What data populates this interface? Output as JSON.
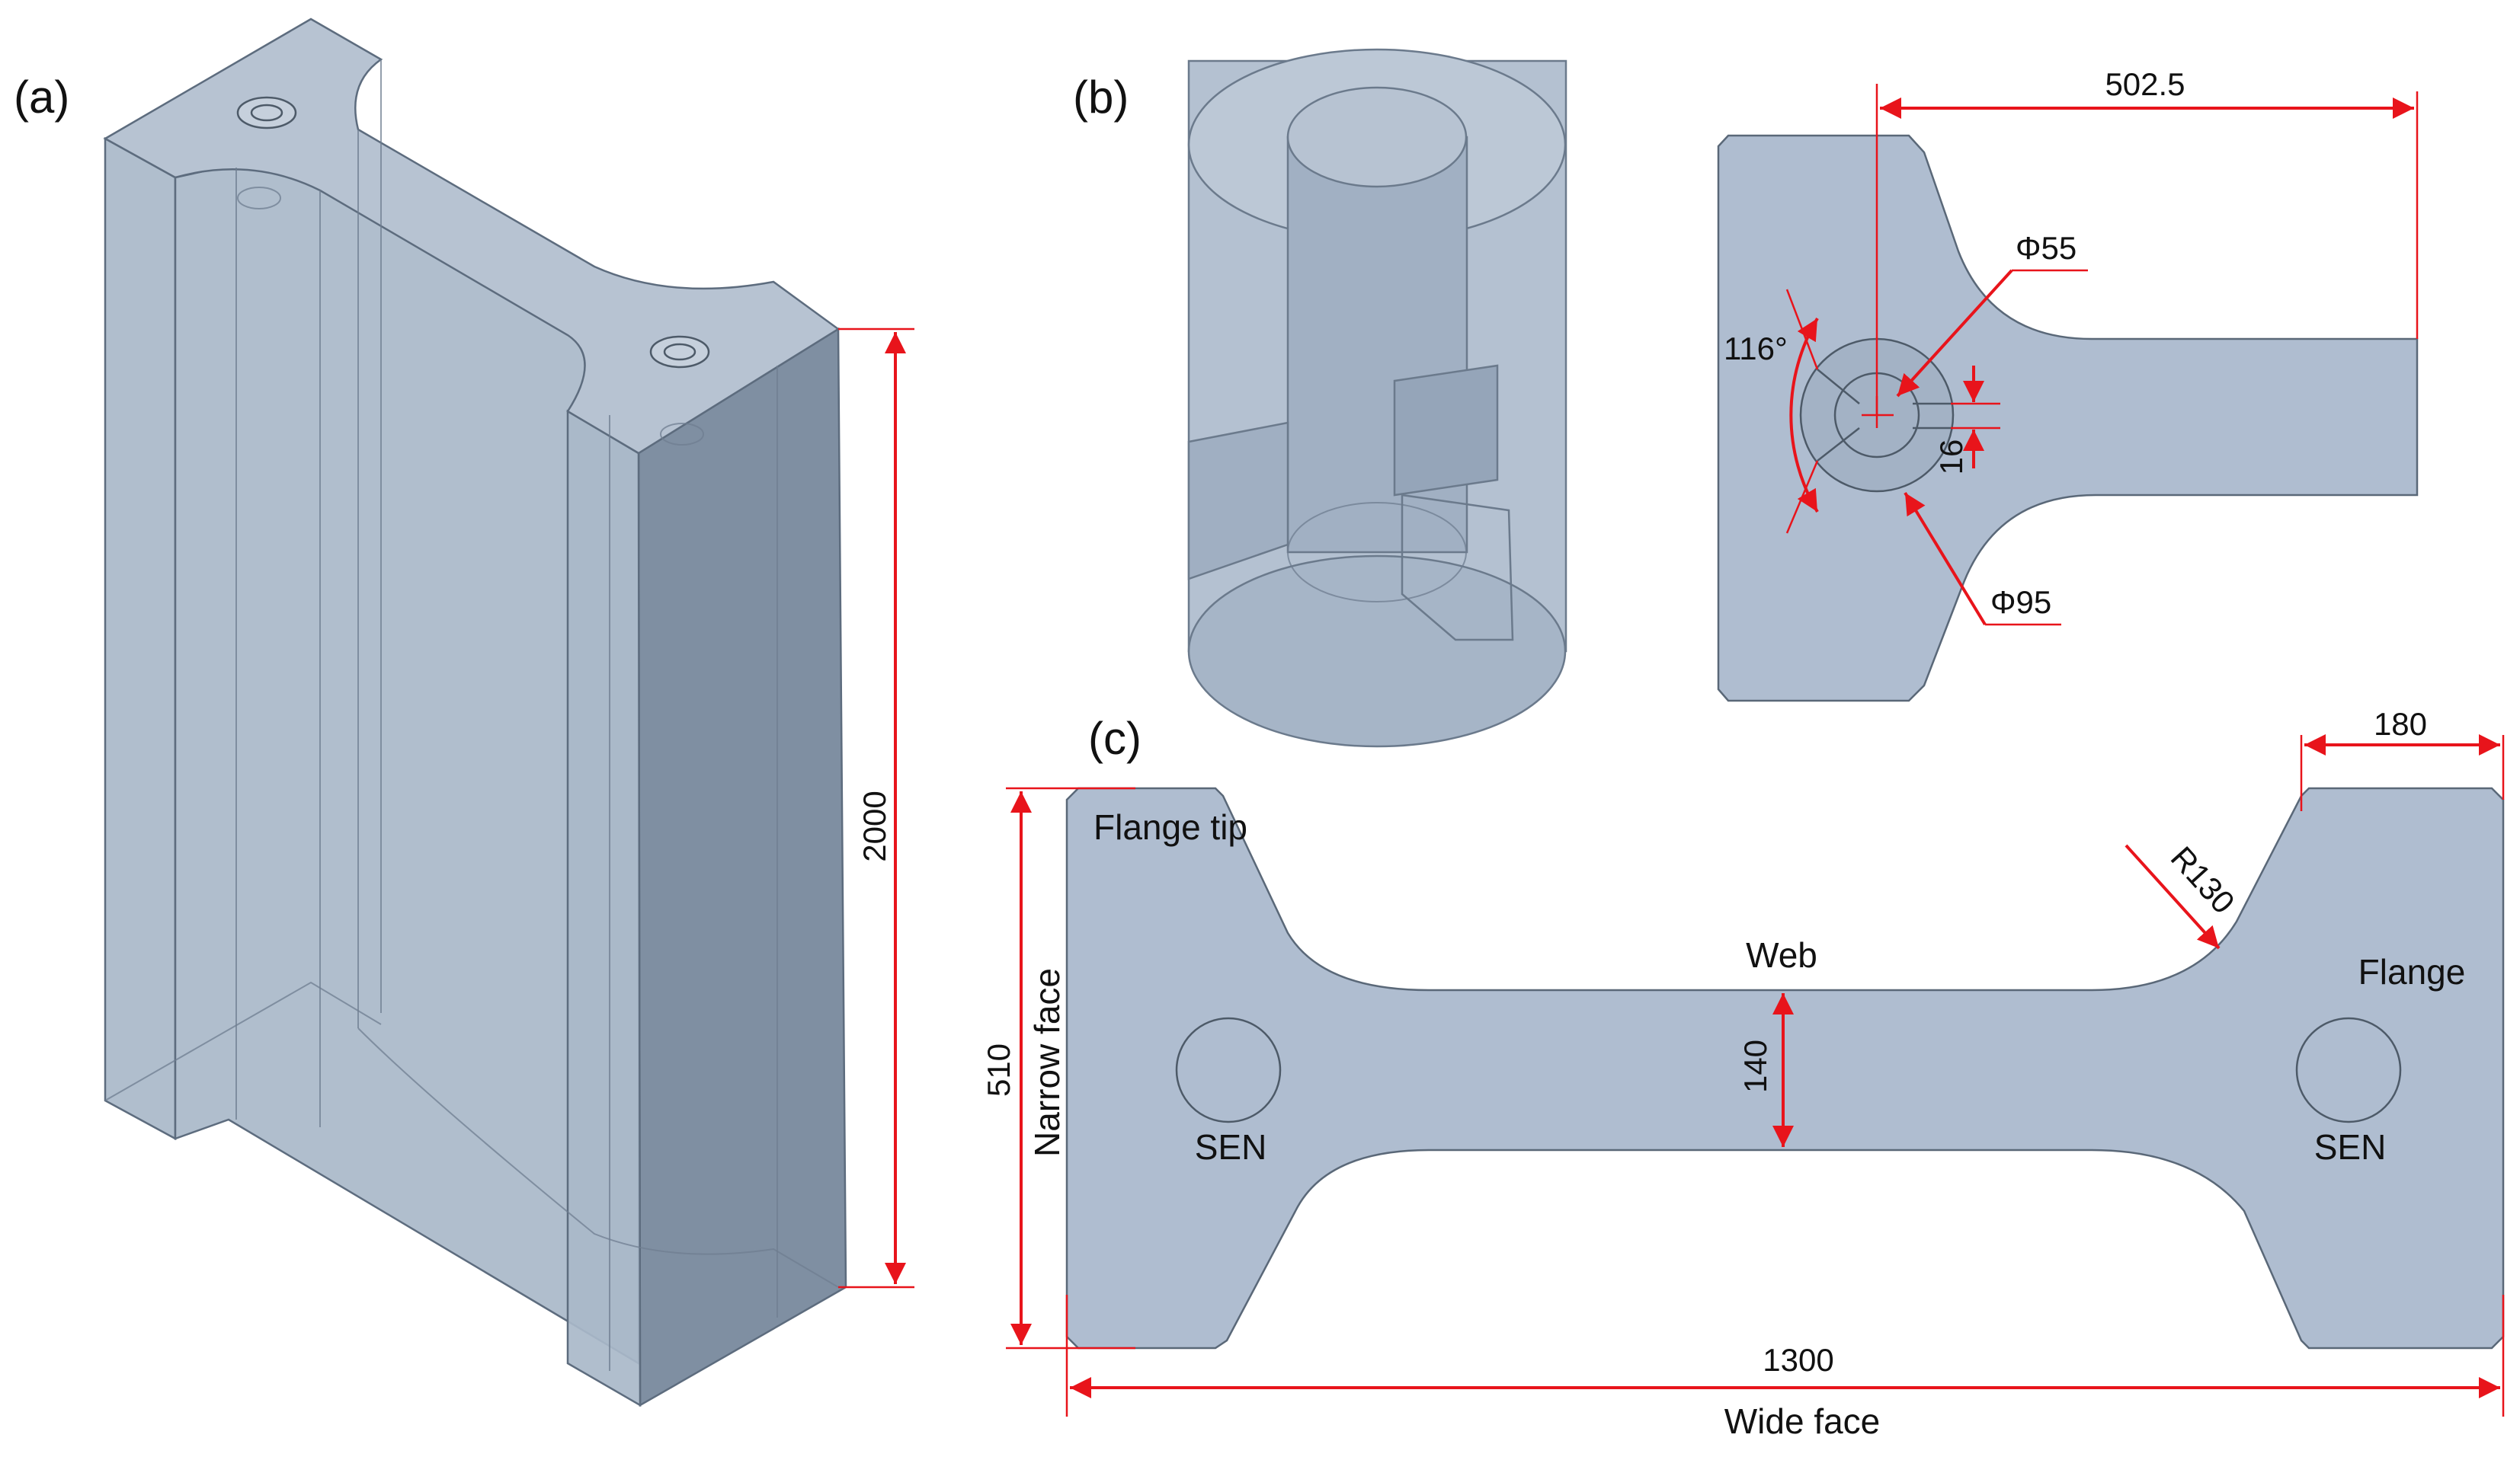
{
  "panels": {
    "a": {
      "label": "(a)",
      "height_dimension": "2000"
    },
    "b": {
      "label": "(b)",
      "dimensions": {
        "offset": "502.5",
        "inner_diameter": "Φ55",
        "outer_diameter": "Φ95",
        "port_angle": "116°",
        "port_width": "16"
      }
    },
    "c": {
      "label": "(c)",
      "dimensions": {
        "flange_width": "180",
        "fillet_radius": "R130",
        "height": "510",
        "web_thickness": "140",
        "width": "1300"
      },
      "labels": {
        "flange_tip": "Flange tip",
        "web": "Web",
        "flange": "Flange",
        "narrow_face": "Narrow face",
        "wide_face": "Wide face",
        "sen_left": "SEN",
        "sen_right": "SEN"
      }
    }
  },
  "colors": {
    "steel": "#a9b8c9",
    "dimension_red": "#e8141b",
    "outline": "#5d6c7e"
  }
}
